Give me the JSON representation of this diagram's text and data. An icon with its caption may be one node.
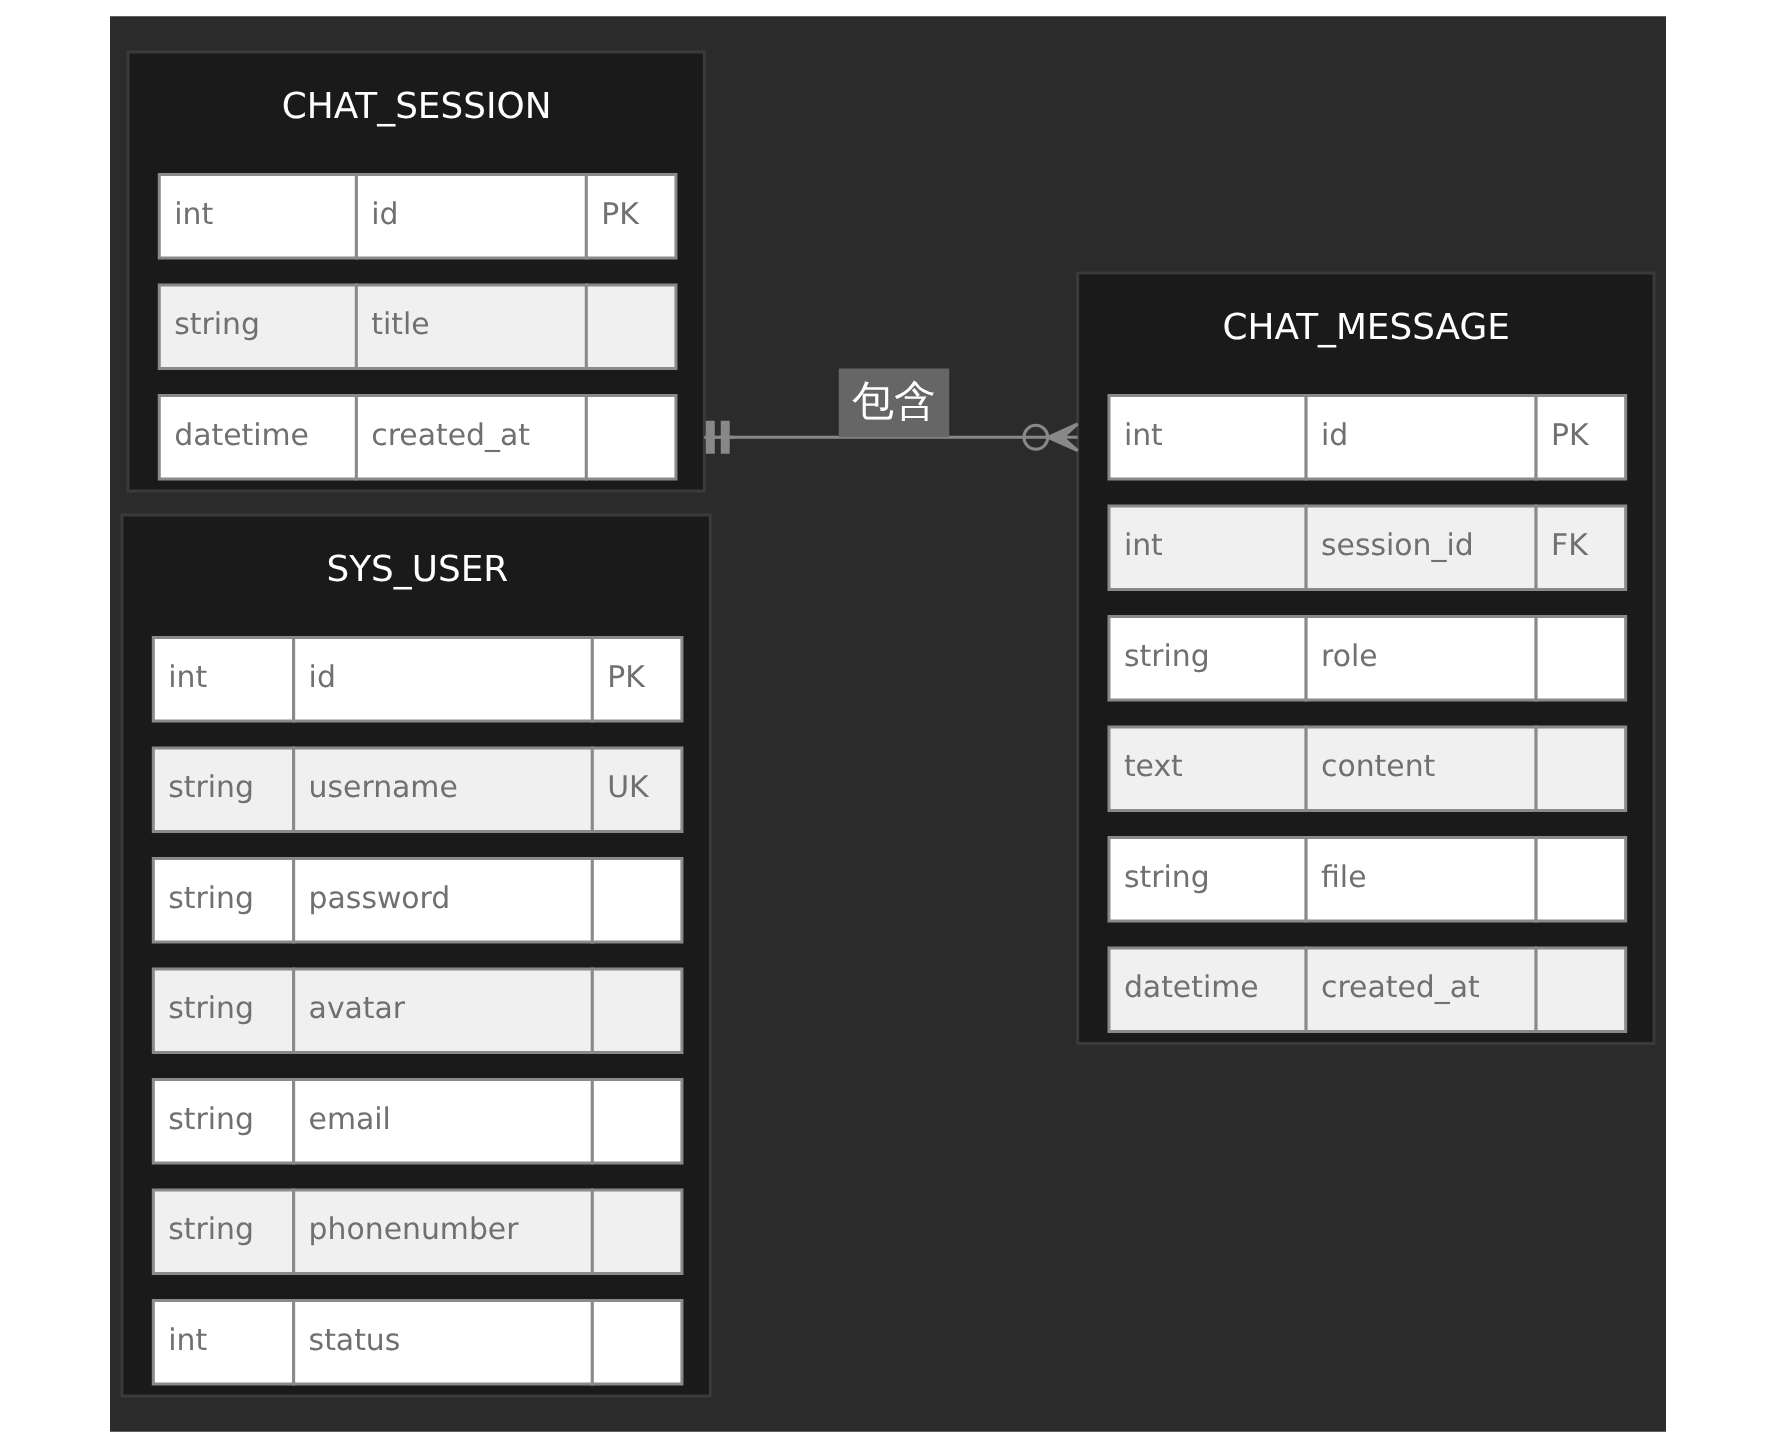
{
  "diagram": {
    "nodes": [
      {
        "text": [
          "SYS_USER"
        ]
      },
      {
        "text": [
          "int",
          "id",
          "PK"
        ],
        "in": 0
      },
      {
        "text": [
          "string",
          "username",
          "UK"
        ],
        "in": 0
      },
      {
        "text": [
          "string",
          "password"
        ],
        "in": 0
      },
      {
        "text": [
          "string",
          "avatar"
        ],
        "in": 0
      },
      {
        "text": [
          "string",
          "email"
        ],
        "in": 0
      },
      {
        "text": [
          "string",
          "phonenumber"
        ],
        "in": 0
      },
      {
        "text": [
          "int",
          "status"
        ],
        "in": 0
      },
      {
        "text": [
          "CHAT_SESSION"
        ]
      },
      {
        "text": [
          "int",
          "id",
          "PK"
        ],
        "in": 8
      },
      {
        "text": [
          "string",
          "title"
        ],
        "in": 8
      },
      {
        "text": [
          "datetime",
          "created_at"
        ],
        "in": 8
      },
      {
        "text": [
          "CHAT_MESSAGE"
        ]
      },
      {
        "text": [
          "int",
          "id",
          "PK"
        ],
        "in": 12
      },
      {
        "text": [
          "int",
          "session_id",
          "FK"
        ],
        "in": 12
      },
      {
        "text": [
          "string",
          "role"
        ],
        "in": 12
      },
      {
        "text": [
          "text",
          "content"
        ],
        "in": 12
      },
      {
        "text": [
          "string",
          "file"
        ],
        "in": 12
      },
      {
        "text": [
          "datetime",
          "created_at"
        ],
        "in": 12
      }
    ],
    "edges": [
      {
        "from": 8,
        "to": 12,
        "arrow": "other",
        "label": "包含"
      }
    ]
  }
}
